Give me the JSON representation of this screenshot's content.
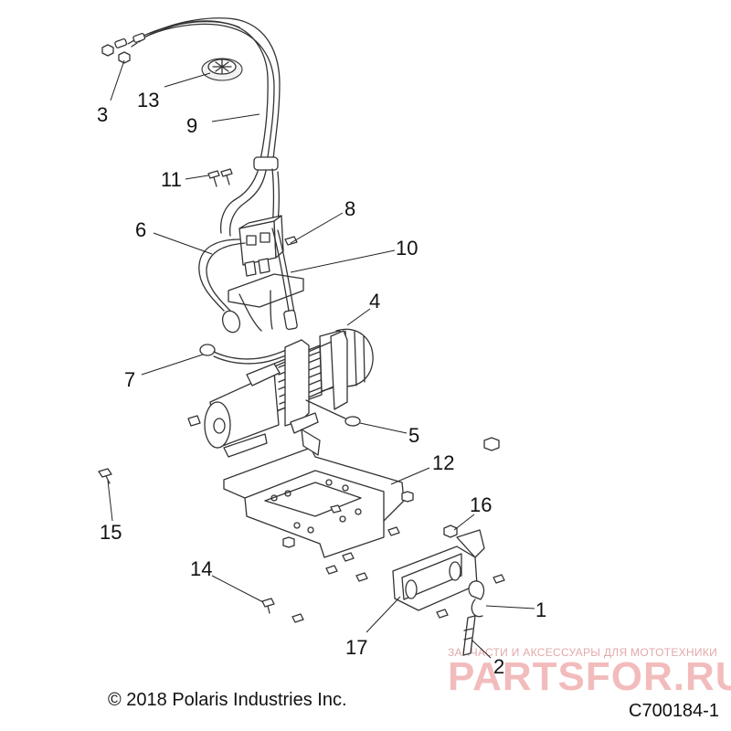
{
  "callouts": [
    {
      "id": "1",
      "label": "1"
    },
    {
      "id": "2",
      "label": "2"
    },
    {
      "id": "3",
      "label": "3"
    },
    {
      "id": "4",
      "label": "4"
    },
    {
      "id": "5",
      "label": "5"
    },
    {
      "id": "6",
      "label": "6"
    },
    {
      "id": "7",
      "label": "7"
    },
    {
      "id": "8",
      "label": "8"
    },
    {
      "id": "9",
      "label": "9"
    },
    {
      "id": "10",
      "label": "10"
    },
    {
      "id": "11",
      "label": "11"
    },
    {
      "id": "12",
      "label": "12"
    },
    {
      "id": "13",
      "label": "13"
    },
    {
      "id": "14",
      "label": "14"
    },
    {
      "id": "15",
      "label": "15"
    },
    {
      "id": "16",
      "label": "16"
    },
    {
      "id": "17",
      "label": "17"
    }
  ],
  "footer": {
    "copyright": "© 2018 Polaris Industries Inc.",
    "doc_number": "C700184-1"
  },
  "watermark": {
    "tagline": "ЗАПЧАСТИ И АКСЕССУАРЫ ДЛЯ МОТОТЕХНИКИ",
    "brand": "PARTSFOR.RU"
  },
  "colors": {
    "line": "#333333",
    "text": "#111111",
    "watermark": "#f2bcbc"
  }
}
